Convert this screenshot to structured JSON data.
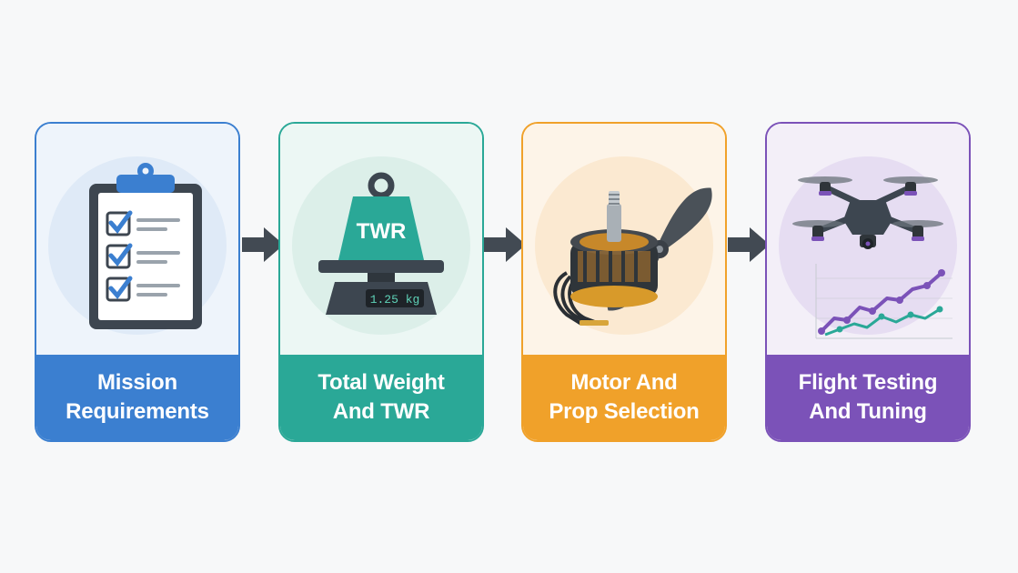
{
  "steps": [
    {
      "label": "Mission\nRequirements",
      "icon": "clipboard-checklist-icon",
      "color": "#3b7fd0",
      "tint": "#eef4fb"
    },
    {
      "label": "Total Weight\nAnd TWR",
      "icon": "weight-scale-icon",
      "color": "#2aa897",
      "tint": "#ecf7f4",
      "weight_text": "TWR",
      "scale_readout": "1.25 kg"
    },
    {
      "label": "Motor And\nProp Selection",
      "icon": "motor-propeller-icon",
      "color": "#f0a12a",
      "tint": "#fdf4e8"
    },
    {
      "label": "Flight Testing\nAnd Tuning",
      "icon": "drone-graph-icon",
      "color": "#7b52b8",
      "tint": "#f3eff8"
    }
  ],
  "arrow_color": "#424a53"
}
